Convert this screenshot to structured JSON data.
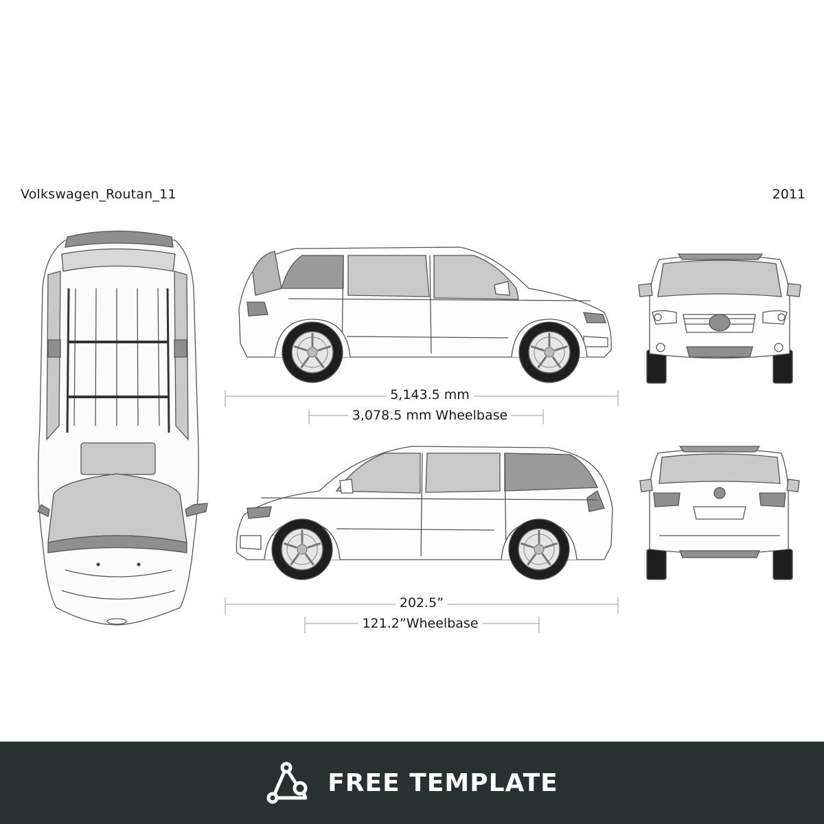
{
  "header": {
    "model_name": "Volkswagen_Routan_11",
    "year": "2011"
  },
  "dimensions": {
    "length_metric": "5,143.5 mm",
    "wheelbase_metric": "3,078.5 mm Wheelbase",
    "length_imperial": "202.5”",
    "wheelbase_imperial": "121.2”Wheelbase"
  },
  "footer": {
    "label": "FREE TEMPLATE",
    "icon": "triangle-nodes-icon",
    "background": "#283030"
  },
  "colors": {
    "glass": "#c9c9c9",
    "dark_glass": "#9a9a9a",
    "tire": "#1e1e1e",
    "outline": "#555555"
  }
}
